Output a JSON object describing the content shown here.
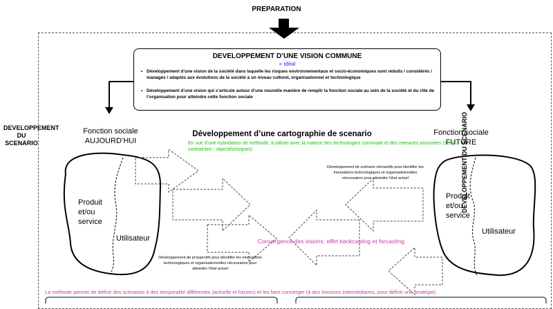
{
  "preparation": "PREPARATION",
  "vision": {
    "title": "DEVELOPPEMENT D’UNE VISION COMMUNE",
    "subtitle": "= idéal",
    "bullets": [
      "Développement d’une vision de la société dans laquelle les risques environnementaux et socio-économiques sont réduits / considérés / managés / adaptés aux évolutions de la société à un niveau culturel, organisationnel et technologique",
      "Développement d’une vision qui s’articule autour d’une nouvelle manière de remplir la fonction sociale au sein de la société et du rôle de l’organisation pour atteindre cette fonction sociale"
    ]
  },
  "side_left": "DEVELOPPEMENT DU SCENARIO",
  "side_right": "DEVELOPPEMENT DU SCENARIO",
  "fonction_today": "Fonction sociale AUJOURD’HUI",
  "fonction_future": "Fonction sociale FUTURE",
  "cartography_title": "Développement d’une cartographie de scenario",
  "hybrid_text": "En vue d’une hybridation de méthode: à utiliser avec la matrice des technologies conviviale et des menaces associées (seuils - contraintes - objectifs/risques)",
  "retro_text": "Développement de scénario rétroactifs pour identifier les innovations technologiques et organisationnelles nécessaires pour atteindre l’état actuel",
  "prospect_text": "Développement de prospectifs pour identifier les innovations technologiques et organisationnelles nécessaires pour atteindre l’état actuel",
  "convergence_text": "Convergence des visions: effet backcasting et forcasting.",
  "method_text": "La méthode permet de définir des scénarios à des temporalité différentes (actuelle et futures) et les faire converger (à des horizons intermédiaires, pour définir une stratégie).",
  "blob_left": {
    "product": "Produit et/ou service",
    "user": "Utilisateur"
  },
  "blob_right": {
    "product": "Produit et/ou service",
    "user": "Utilisateur"
  }
}
